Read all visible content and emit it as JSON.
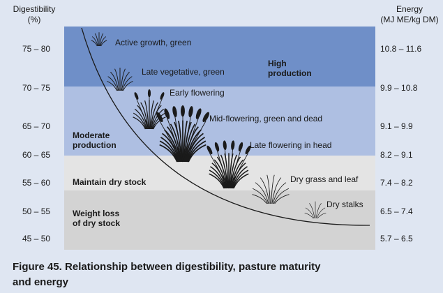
{
  "left_axis": {
    "title_line1": "Digestibility",
    "title_line2": "(%)",
    "ticks": [
      "75 – 80",
      "70 – 75",
      "65 – 70",
      "60 – 65",
      "55 – 60",
      "50 – 55",
      "45 – 50"
    ]
  },
  "right_axis": {
    "title_line1": "Energy",
    "title_line2": "(MJ ME/kg DM)",
    "ticks": [
      "10.8 – 11.6",
      "9.9 – 10.8",
      "9.1 – 9.9",
      "8.2 – 9.1",
      "7.4 – 8.2",
      "6.5 – 7.4",
      "5.7 – 6.5"
    ]
  },
  "bands": {
    "high": {
      "line1": "High",
      "line2": "production",
      "color": "#6f8fc8"
    },
    "moderate": {
      "line1": "Moderate",
      "line2": "production",
      "color": "#aebfe2"
    },
    "maintain": {
      "line1": "Maintain dry stock",
      "color": "#e4e4e4"
    },
    "loss": {
      "line1": "Weight loss",
      "line2": "of dry stock",
      "color": "#d3d3d3"
    }
  },
  "stages": [
    "Active growth, green",
    "Late vegetative, green",
    "Early flowering",
    "Mid-flowering, green and dead",
    "Late flowering in head",
    "Dry grass and leaf",
    "Dry stalks"
  ],
  "caption": {
    "line1": "Figure 45. Relationship between digestibility, pasture maturity",
    "line2": "and energy"
  },
  "colors": {
    "background": "#dfe6f2",
    "curve": "#1a1a1a",
    "grass": "#1a1a1a"
  }
}
